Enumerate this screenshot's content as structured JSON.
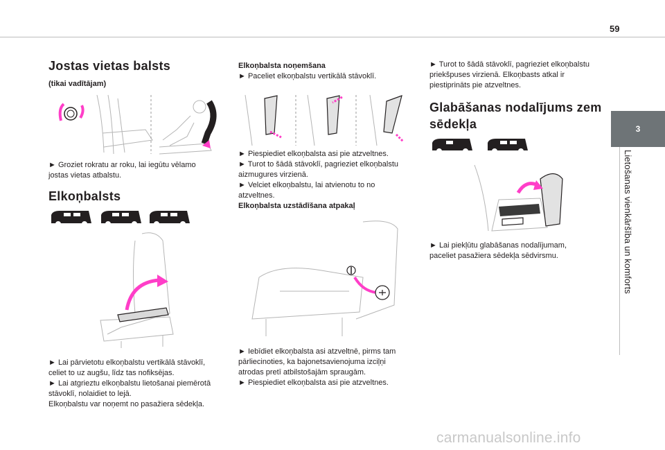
{
  "page": {
    "number": "59"
  },
  "side_tab": {
    "chapter": "3",
    "title": "Lietošanas vienkāršība un komforts"
  },
  "col1": {
    "title": "Jostas vietas balsts",
    "subtitle": "(tikai vadītājam)",
    "text1_line1": "► Groziet rokratu ar roku, lai iegūtu vēlamo",
    "text1_line2": "jostas vietas atbalstu.",
    "armrest_title": "Elkoņbalsts",
    "text2_l1": "► Lai pārvietotu elkoņbalstu vertikālā stāvoklī,",
    "text2_l2": "celiet to uz augšu, līdz tas nofiksējas.",
    "text2_l3": "► Lai atgrieztu elkoņbalstu lietošanai piemērotā",
    "text2_l4": "stāvoklī, nolaidiet to lejā.",
    "text2_l5": "Elkoņbalstu var noņemt no pasažiera sēdekļa."
  },
  "col2": {
    "removal_title": "Elkoņbalsta noņemšana",
    "r1": "► Paceliet elkoņbalstu vertikālā stāvoklī.",
    "r2_l1": "► Piespiediet elkoņbalsta asi pie atzveltnes.",
    "r2_l2": "► Turot to šādā stāvoklī, pagrieziet elkoņbalstu",
    "r2_l3": "aizmugures virzienā.",
    "r2_l4": "► Velciet elkoņbalstu, lai atvienotu to no",
    "r2_l5": "atzveltnes.",
    "refit_title": "Elkoņbalsta uzstādīšana atpakaļ",
    "f_l1": "► Iebīdiet elkoņbalsta asi atzveltnē, pirms tam",
    "f_l2": "pārliecinoties, ka bajonetsavienojuma izciļņi",
    "f_l3": "atrodas pretī atbilstošajām spraugām.",
    "f_l4": "► Piespiediet elkoņbalsta asi pie atzveltnes."
  },
  "col3": {
    "t1_l1": "► Turot to šādā stāvoklī, pagrieziet elkoņbalstu",
    "t1_l2": "priekšpuses virzienā. Elkoņbasts atkal ir",
    "t1_l3": "piestiprināts pie atzveltnes.",
    "storage_title_l1": "Glabāšanas nodalījums zem",
    "storage_title_l2": "sēdekļa",
    "t2_l1": "► Lai piekļūtu glabāšanas nodalījumam,",
    "t2_l2": "paceliet pasažiera sēdekļa sēdvirsmu."
  },
  "watermark": "carmanualsonline.info",
  "colors": {
    "accent": "#ff3ec8",
    "tab": "#6e7477",
    "text": "#231f20"
  }
}
